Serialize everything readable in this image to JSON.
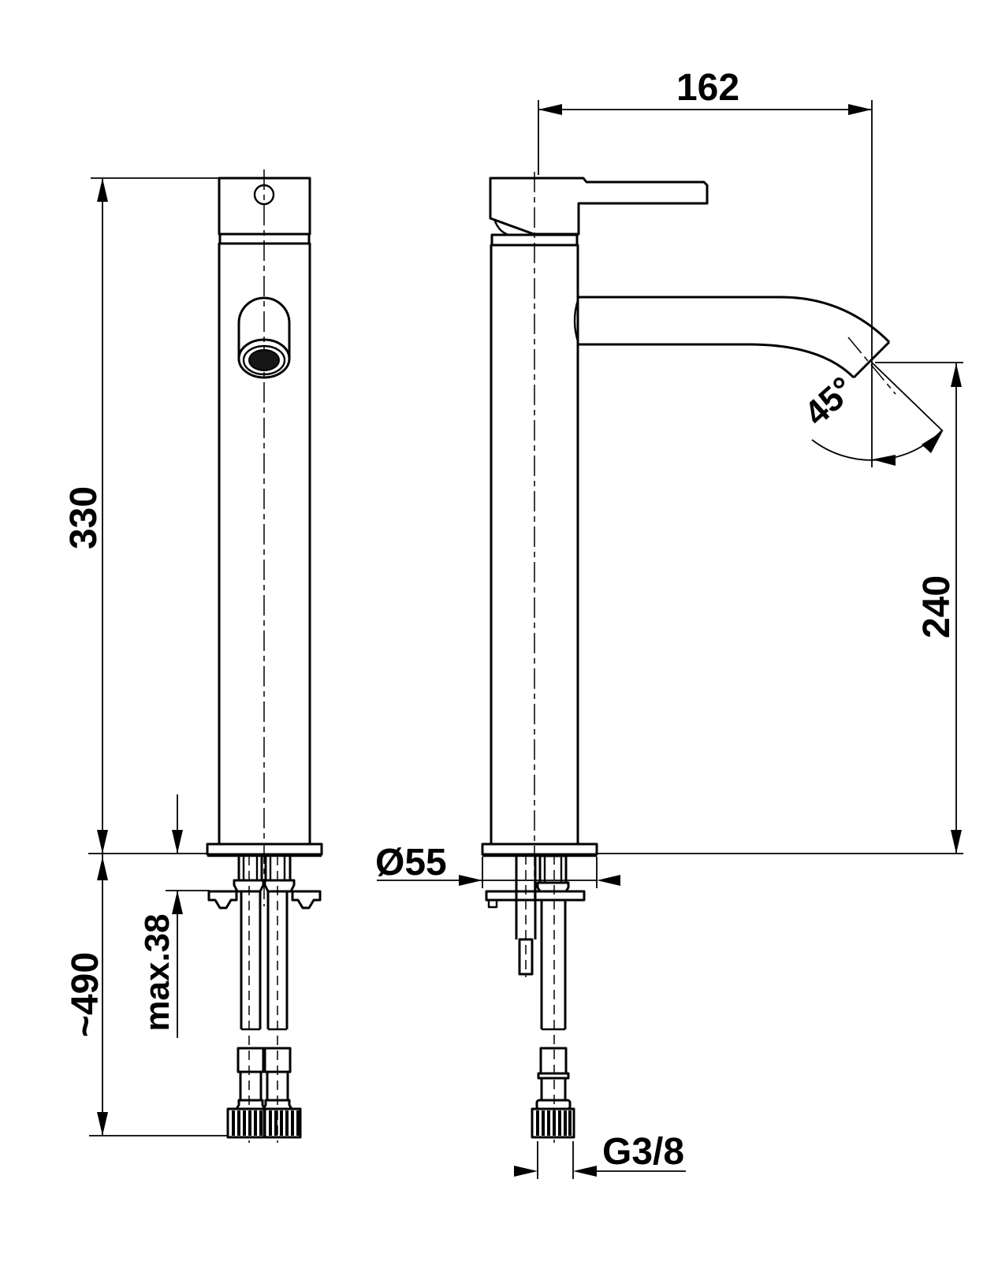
{
  "drawing": {
    "type": "technical-dimension-drawing",
    "subject": "tall-single-lever-basin-mixer-faucet",
    "colors": {
      "line": "#000000",
      "background": "#ffffff"
    },
    "views": {
      "front": "front-view",
      "side": "side-view"
    },
    "dimensions": {
      "spout_reach": {
        "label": "162"
      },
      "body_height": {
        "label": "330"
      },
      "spout_angle": {
        "label": "45°"
      },
      "outlet_height": {
        "label": "240"
      },
      "hose_length": {
        "label": "~490"
      },
      "max_deck_thickness": {
        "label": "max.38"
      },
      "base_diameter": {
        "label": "Ø55"
      },
      "connection_thread": {
        "label": "G3/8"
      }
    }
  }
}
